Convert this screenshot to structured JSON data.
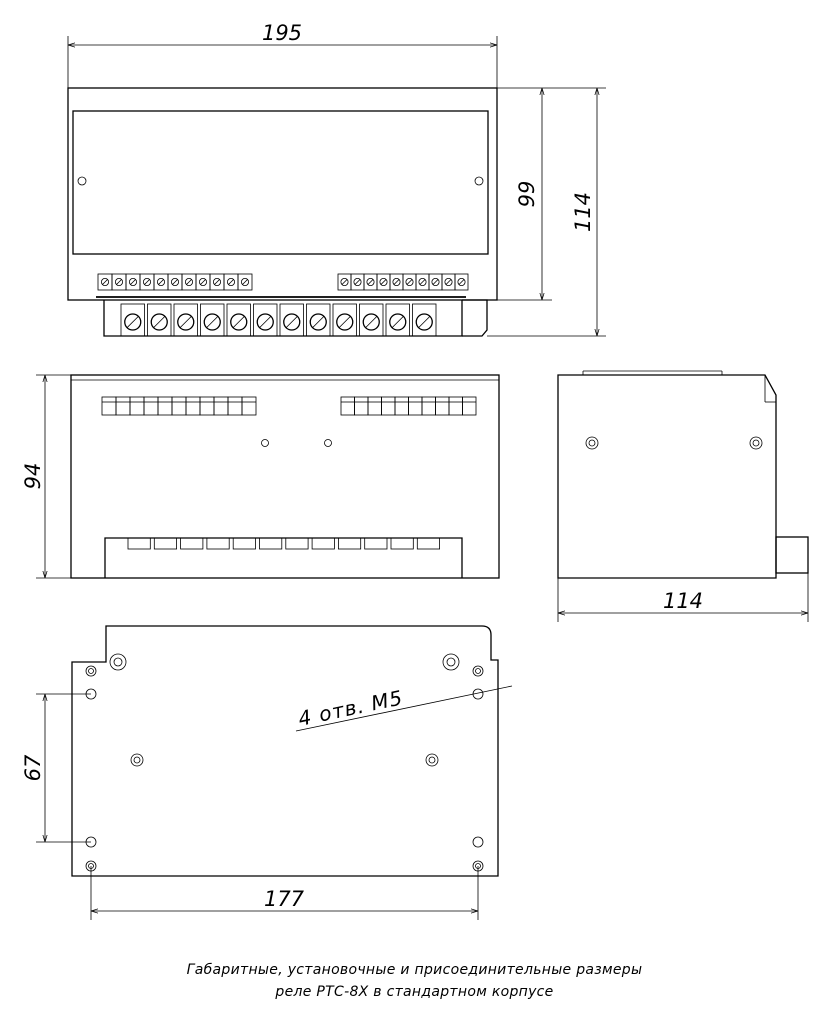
{
  "dimensions": {
    "top_width": "195",
    "top_inner_height": "99",
    "top_total_height": "114",
    "front_height": "94",
    "side_depth": "114",
    "mount_spacing_vertical": "67",
    "mount_spacing_horizontal": "177"
  },
  "note": "4 отв. М5",
  "caption": {
    "line1": "Габаритные, установочные и присоединительные размеры",
    "line2": "реле РТС-8Х в стандартном корпусе"
  }
}
